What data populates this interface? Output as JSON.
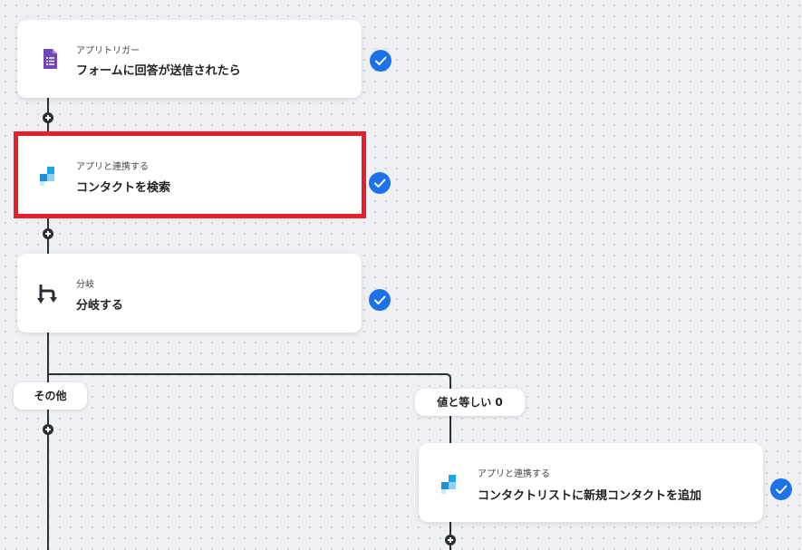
{
  "flow": {
    "steps": [
      {
        "kicker": "アプリトリガー",
        "title": "フォームに回答が送信されたら",
        "icon": "google-forms-icon",
        "status": "completed"
      },
      {
        "kicker": "アプリと連携する",
        "title": "コンタクトを検索",
        "icon": "pixel-blocks-app-icon",
        "status": "completed",
        "highlighted": true
      },
      {
        "kicker": "分岐",
        "title": "分岐する",
        "icon": "branch-icon",
        "status": "completed"
      },
      {
        "kicker": "アプリと連携する",
        "title": "コンタクトリストに新規コンタクトを追加",
        "icon": "pixel-blocks-app-icon",
        "status": "completed"
      }
    ],
    "branches": [
      {
        "label": "その他"
      },
      {
        "label": "値と等しい 0"
      }
    ]
  },
  "colors": {
    "canvas": "#eef0f3",
    "check": "#1e72e8",
    "highlight": "#e4202a",
    "forms_purple": "#7248b9",
    "app_blue": "#1ea5e8",
    "connector": "#2a2f38"
  }
}
